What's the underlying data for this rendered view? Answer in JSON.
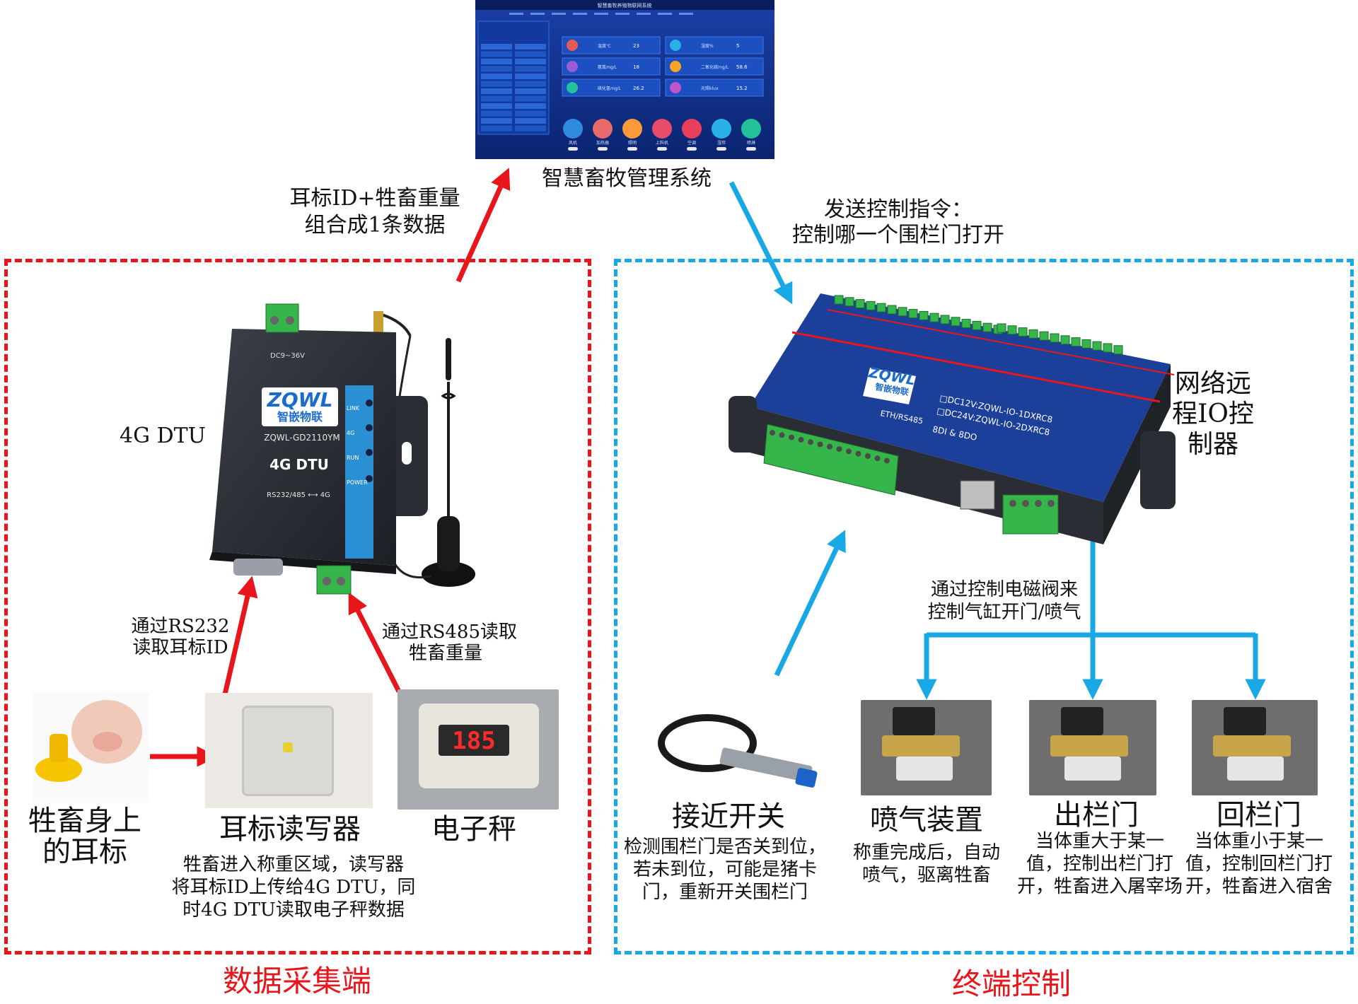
{
  "top_system": {
    "label": "智慧畜牧管理系统",
    "dashboard_title": "智慧畜牧养殖物联网系统",
    "sensors": [
      {
        "name": "温度℃",
        "value": "23",
        "color": "#e25b55"
      },
      {
        "name": "湿度%",
        "value": "5",
        "color": "#29b0e8"
      },
      {
        "name": "氨氮mg/L",
        "value": "18",
        "color": "#9b5ad6"
      },
      {
        "name": "二氧化碳mg/L",
        "value": "58.6",
        "color": "#ffa326"
      },
      {
        "name": "硫化氢mg/L",
        "value": "26.2",
        "color": "#22c19a"
      },
      {
        "name": "光照klux",
        "value": "15.2",
        "color": "#c255c9"
      }
    ],
    "controls": [
      "风机",
      "加热器",
      "照明",
      "上料机",
      "空调",
      "湿帘",
      "喷淋"
    ]
  },
  "arrows_text": {
    "upload": [
      "耳标ID+牲畜重量",
      "组合成1条数据"
    ],
    "command": [
      "发送控制指令：",
      "控制哪一个围栏门打开"
    ],
    "rs232": [
      "通过RS232",
      "读取耳标ID"
    ],
    "rs485": [
      "通过RS485读取",
      "牲畜重量"
    ],
    "valve": [
      "通过控制电磁阀来",
      "控制气缸开门/喷气"
    ]
  },
  "left_panel": {
    "title": "数据采集端",
    "dtu_label": "4G DTU",
    "dtu_device": {
      "brand": "ZQWL",
      "brand_cn": "智嵌物联",
      "model": "ZQWL-GD2110YM",
      "name": "4G DTU",
      "io": "RS232/485 ⟷ 4G",
      "power": "DC9~36V",
      "leds": [
        "LINK",
        "4G",
        "RUN",
        "POWER"
      ]
    },
    "ear_tag": {
      "label": [
        "牲畜身上",
        "的耳标"
      ]
    },
    "reader": {
      "label": "耳标读写器",
      "desc": [
        "牲畜进入称重区域，读写器",
        "将耳标ID上传给4G DTU，同",
        "时4G DTU读取电子秤数据"
      ]
    },
    "scale": {
      "label": "电子秤",
      "reading": "185"
    }
  },
  "right_panel": {
    "title": "终端控制",
    "controller_label": [
      "网络远",
      "程IO控",
      "制器"
    ],
    "controller_device": {
      "brand": "ZQWL",
      "brand_cn": "智嵌物联",
      "line1": "□DC12V:ZQWL-IO-1DXRC8",
      "line2": "□DC24V:ZQWL-IO-2DXRC8",
      "line3": "8DI & 8DO",
      "line4": "ETH/RS485"
    },
    "proximity": {
      "label": "接近开关",
      "desc": [
        "检测围栏门是否关到位，",
        "若未到位，可能是猪卡",
        "门，重新开关围栏门"
      ]
    },
    "spray": {
      "label": "喷气装置",
      "desc": [
        "称重完成后，自动",
        "喷气，驱离牲畜"
      ]
    },
    "exit_gate": {
      "label": "出栏门",
      "desc": [
        "当体重大于某一",
        "值，控制出栏门打",
        "开，牲畜进入屠宰场"
      ]
    },
    "return_gate": {
      "label": "回栏门",
      "desc": [
        "当体重小于某一",
        "值，控制回栏门打",
        "开，牲畜进入宿舍"
      ]
    }
  },
  "colors": {
    "red": "#e8161b",
    "blue": "#18a8e6",
    "dark_blue_bg": "#0f2f8a"
  }
}
